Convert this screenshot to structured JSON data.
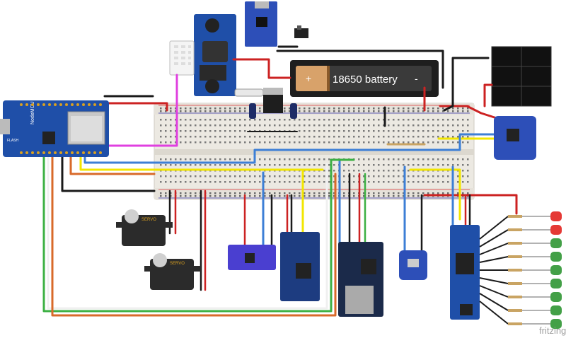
{
  "diagram": {
    "watermark": "fritzing",
    "battery_label": "18650 battery",
    "battery_plus": "+",
    "battery_minus": "-",
    "nodemcu_label": "NodeMCU V3",
    "nodemcu_side_text": "FLASH",
    "servo_brand": "SERVO",
    "wire_colors": {
      "red": "#cc2222",
      "black": "#1a1a1a",
      "yellow": "#f2e600",
      "blue": "#3d7fd6",
      "green": "#3cb043",
      "magenta": "#e040e0",
      "orange": "#d86a2a",
      "white": "#f0f0f0",
      "gray": "#9a9a9a"
    },
    "component_colors": {
      "breadboard": "#ece9e2",
      "module_blue": "#1f4fa8",
      "battery_body": "#2a2a2a",
      "battery_cap": "#d8a26a",
      "servo_body": "#2b2b2b",
      "led_red": "#e53935",
      "led_green": "#43a047",
      "sd_module": "#1b2a4a"
    },
    "led_colors": [
      "red",
      "red",
      "green",
      "green",
      "green",
      "green",
      "green",
      "green",
      "green"
    ],
    "icons": [
      "nodemcu-board",
      "dc-dc-converter",
      "charger-module",
      "dht-sensor",
      "battery-holder",
      "solar-panel",
      "voltage-regulator",
      "capacitor",
      "fuse",
      "rtc-module",
      "sd-card-module",
      "accelerometer",
      "pressure-sensor",
      "shift-register",
      "led-array",
      "servo-motor",
      "resistor"
    ]
  }
}
